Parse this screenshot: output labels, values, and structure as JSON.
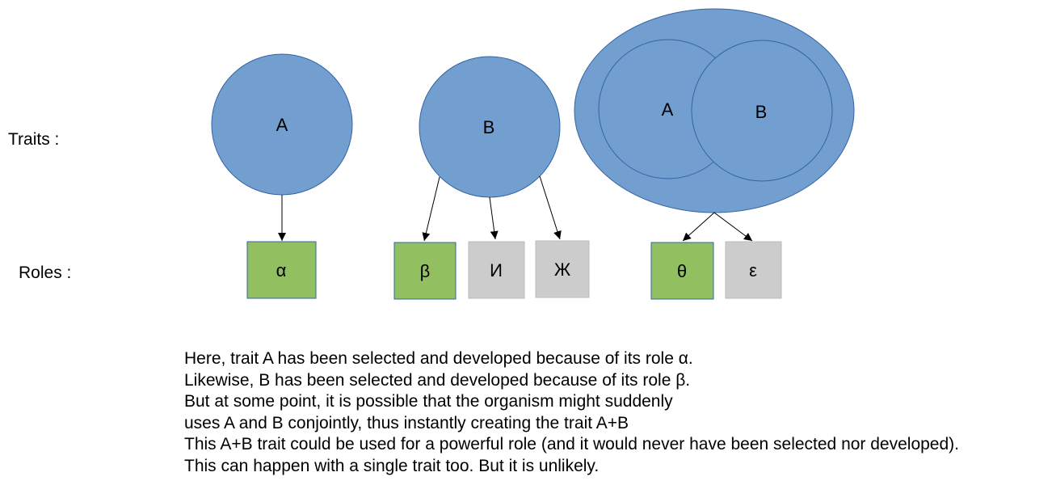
{
  "labels": {
    "traits": "Traits :",
    "roles": "Roles :"
  },
  "traits": {
    "a": "A",
    "b": "B",
    "combined_a": "A",
    "combined_b": "B"
  },
  "roles": {
    "alpha": "α",
    "beta": "β",
    "i": "И",
    "zh": "Ж",
    "theta": "θ",
    "epsilon": "ε"
  },
  "caption": {
    "lines": [
      "Here, trait A has been selected and developed because of its role α.",
      "Likewise, B has been selected and developed because of its role β.",
      "But at some point, it is possible that the organism might suddenly",
      "uses A and B conjointly, thus instantly creating the trait A+B",
      "This A+B trait could be used for a powerful role (and it would never have been selected nor developed).",
      "This can happen with a single trait too. But it is unlikely."
    ]
  },
  "colors": {
    "trait_fill": "#729fcf",
    "trait_stroke": "#3465a4",
    "selected_role_fill": "#92bf5f",
    "selected_role_stroke": "#3465a4",
    "unselected_role_fill": "#cccccc",
    "unselected_role_stroke": "#bbbbbb",
    "arrow": "#000000"
  }
}
